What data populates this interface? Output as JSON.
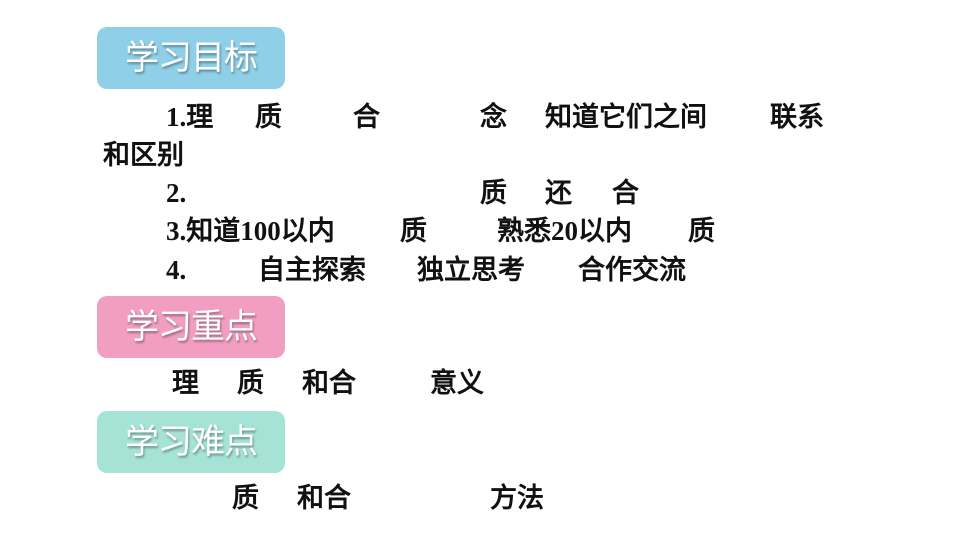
{
  "sections": {
    "goals": {
      "label": "学习目标",
      "color": "#8fd0e8"
    },
    "key_points": {
      "label": "学习重点",
      "color": "#f19ec2"
    },
    "difficulties": {
      "label": "学习难点",
      "color": "#a6e3d7"
    }
  },
  "goals": {
    "line1": [
      "1.理",
      "质",
      "合",
      "念",
      "知道它们之间",
      "联系"
    ],
    "line2": [
      "和区别"
    ],
    "line3": [
      "2.",
      "质",
      "还",
      "合"
    ],
    "line4": [
      "3.知道100以内",
      "质",
      "熟悉20以内",
      "质"
    ],
    "line5": [
      "4.",
      "自主探索",
      "独立思考",
      "合作交流"
    ]
  },
  "key_points": [
    "理",
    "质",
    "和合",
    "意义"
  ],
  "difficulties": [
    "质",
    "和合",
    "方法"
  ]
}
